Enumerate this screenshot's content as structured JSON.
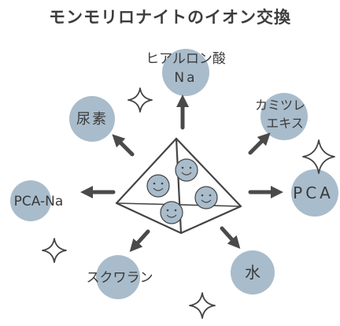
{
  "title": "モンモリロナイトのイオン交換",
  "colors": {
    "bubble": "#a9bccb",
    "outline": "#444444",
    "arrow": "#4a4a4a",
    "text": "#3a3a3a"
  },
  "nodes": {
    "hyaluronic_line1": "ヒアルロン酸",
    "hyaluronic_line2": "Na",
    "urea": "尿素",
    "chamomile_line1": "カミツレ",
    "chamomile_line2": "エキス",
    "pca_na": "PCA-Na",
    "pca": "PCA",
    "squalane": "スクワラン",
    "water": "水"
  },
  "icons": [
    "sparkle-icon",
    "smiley-face-icon",
    "arrow-icon"
  ]
}
